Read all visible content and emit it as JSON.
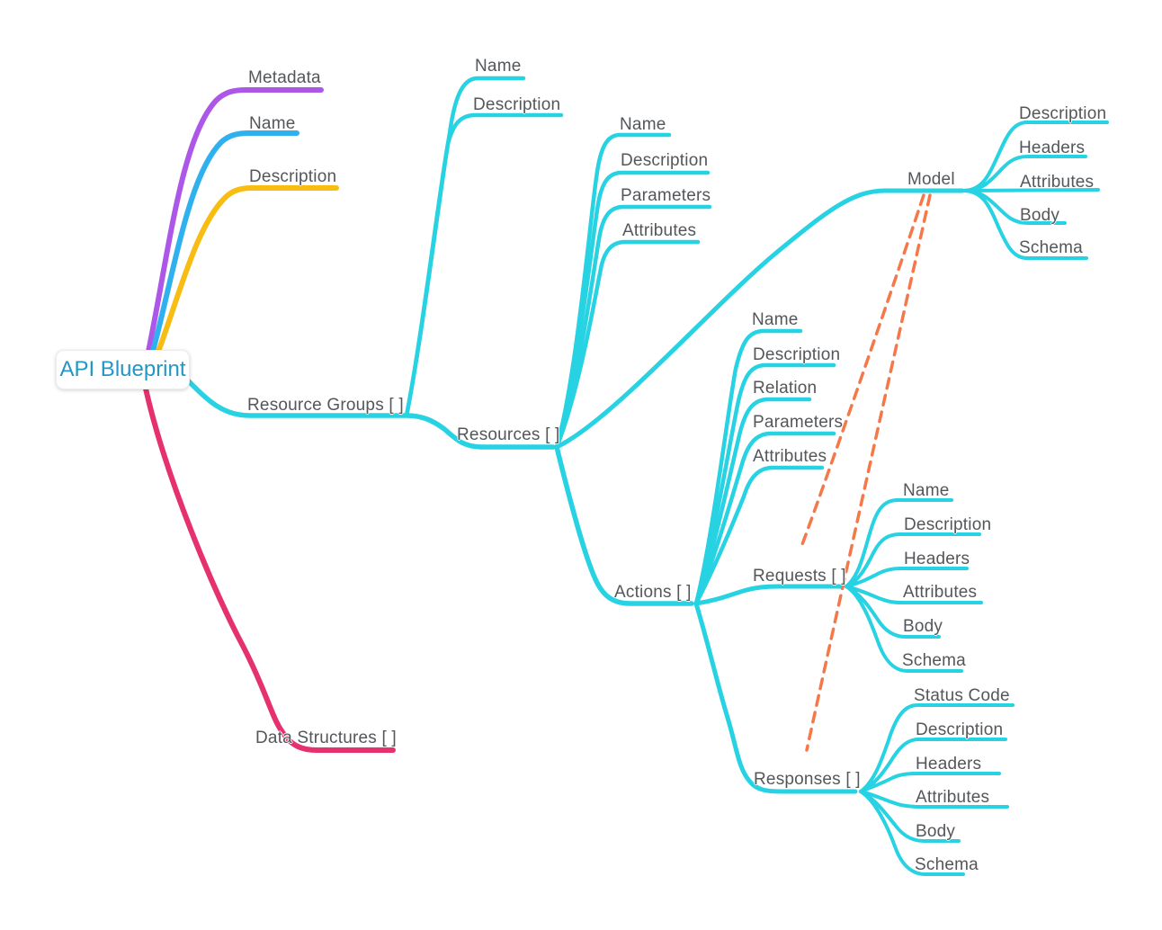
{
  "diagram": {
    "type": "mindmap",
    "title": "API Blueprint"
  },
  "colors": {
    "teal": "#27d2e2",
    "purple": "#ad57e8",
    "blue": "#2fb1ef",
    "yellow": "#f8bd12",
    "pink": "#e53170",
    "orange": "#f5784a",
    "label_text": "#54575a",
    "root_text": "#2496c6"
  },
  "nodes": {
    "root": {
      "label": "API Blueprint"
    },
    "metadata": {
      "label": "Metadata"
    },
    "name": {
      "label": "Name"
    },
    "description": {
      "label": "Description"
    },
    "resource_groups": {
      "label": "Resource Groups [ ]"
    },
    "data_structures": {
      "label": "Data Structures [ ]"
    },
    "rg_name": {
      "label": "Name"
    },
    "rg_description": {
      "label": "Description"
    },
    "resources": {
      "label": "Resources [ ]"
    },
    "res_name": {
      "label": "Name"
    },
    "res_description": {
      "label": "Description"
    },
    "res_parameters": {
      "label": "Parameters"
    },
    "res_attributes": {
      "label": "Attributes"
    },
    "model": {
      "label": "Model"
    },
    "model_description": {
      "label": "Description"
    },
    "model_headers": {
      "label": "Headers"
    },
    "model_attributes": {
      "label": "Attributes"
    },
    "model_body": {
      "label": "Body"
    },
    "model_schema": {
      "label": "Schema"
    },
    "actions": {
      "label": "Actions [ ]"
    },
    "act_name": {
      "label": "Name"
    },
    "act_description": {
      "label": "Description"
    },
    "act_relation": {
      "label": "Relation"
    },
    "act_parameters": {
      "label": "Parameters"
    },
    "act_attributes": {
      "label": "Attributes"
    },
    "requests": {
      "label": "Requests [ ]"
    },
    "req_name": {
      "label": "Name"
    },
    "req_description": {
      "label": "Description"
    },
    "req_headers": {
      "label": "Headers"
    },
    "req_attributes": {
      "label": "Attributes"
    },
    "req_body": {
      "label": "Body"
    },
    "req_schema": {
      "label": "Schema"
    },
    "responses": {
      "label": "Responses [ ]"
    },
    "resp_status_code": {
      "label": "Status Code"
    },
    "resp_description": {
      "label": "Description"
    },
    "resp_headers": {
      "label": "Headers"
    },
    "resp_attributes": {
      "label": "Attributes"
    },
    "resp_body": {
      "label": "Body"
    },
    "resp_schema": {
      "label": "Schema"
    }
  },
  "hierarchy": {
    "root": [
      "metadata",
      "name",
      "description",
      "resource_groups",
      "data_structures"
    ],
    "resource_groups": [
      "rg_name",
      "rg_description",
      "resources"
    ],
    "resources": [
      "res_name",
      "res_description",
      "res_parameters",
      "res_attributes",
      "model",
      "actions"
    ],
    "model": [
      "model_description",
      "model_headers",
      "model_attributes",
      "model_body",
      "model_schema"
    ],
    "actions": [
      "act_name",
      "act_description",
      "act_relation",
      "act_parameters",
      "act_attributes",
      "requests",
      "responses"
    ],
    "requests": [
      "req_name",
      "req_description",
      "req_headers",
      "req_attributes",
      "req_body",
      "req_schema"
    ],
    "responses": [
      "resp_status_code",
      "resp_description",
      "resp_headers",
      "resp_attributes",
      "resp_body",
      "resp_schema"
    ]
  },
  "links": [
    {
      "from": "model",
      "to": "requests",
      "style": "dashed-arrow"
    },
    {
      "from": "model",
      "to": "responses",
      "style": "dashed-arrow"
    }
  ]
}
